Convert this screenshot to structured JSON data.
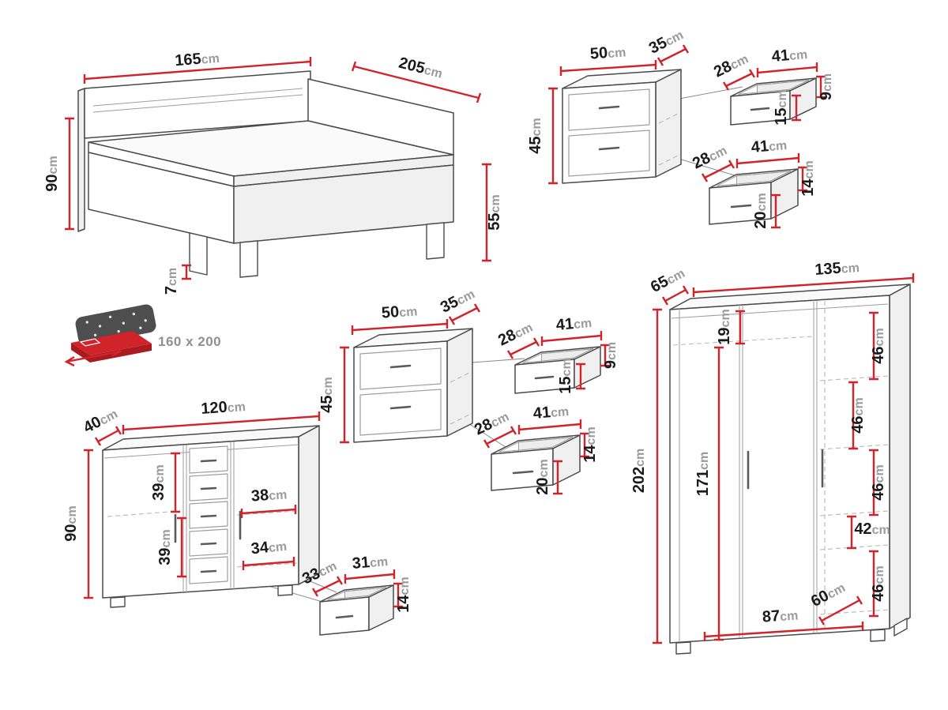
{
  "colors": {
    "dimension": "#d1232a"
  },
  "bed": {
    "width": {
      "value": "165",
      "unit": "cm"
    },
    "length": {
      "value": "205",
      "unit": "cm"
    },
    "headboard_height": {
      "value": "90",
      "unit": "cm"
    },
    "foot_height": {
      "value": "55",
      "unit": "cm"
    },
    "leg_height": {
      "value": "7",
      "unit": "cm"
    },
    "mattress_size": "160 x 200"
  },
  "nightstand": {
    "width": {
      "value": "50",
      "unit": "cm"
    },
    "depth": {
      "value": "35",
      "unit": "cm"
    },
    "height": {
      "value": "45",
      "unit": "cm"
    },
    "top_drawer": {
      "depth": {
        "value": "28",
        "unit": "cm"
      },
      "width": {
        "value": "41",
        "unit": "cm"
      },
      "back_height": {
        "value": "9",
        "unit": "cm"
      },
      "front_height": {
        "value": "15",
        "unit": "cm"
      }
    },
    "bottom_drawer": {
      "depth": {
        "value": "28",
        "unit": "cm"
      },
      "width": {
        "value": "41",
        "unit": "cm"
      },
      "back_height": {
        "value": "14",
        "unit": "cm"
      },
      "front_height": {
        "value": "20",
        "unit": "cm"
      }
    }
  },
  "chest": {
    "depth": {
      "value": "40",
      "unit": "cm"
    },
    "width": {
      "value": "120",
      "unit": "cm"
    },
    "height": {
      "value": "90",
      "unit": "cm"
    },
    "upper_shelf_height": {
      "value": "39",
      "unit": "cm"
    },
    "lower_shelf_height": {
      "value": "39",
      "unit": "cm"
    },
    "upper_inner_width": {
      "value": "38",
      "unit": "cm"
    },
    "lower_inner_width": {
      "value": "34",
      "unit": "cm"
    },
    "drawer": {
      "depth": {
        "value": "33",
        "unit": "cm"
      },
      "width": {
        "value": "31",
        "unit": "cm"
      },
      "height": {
        "value": "14",
        "unit": "cm"
      }
    }
  },
  "wardrobe": {
    "depth": {
      "value": "65",
      "unit": "cm"
    },
    "width": {
      "value": "135",
      "unit": "cm"
    },
    "height": {
      "value": "202",
      "unit": "cm"
    },
    "top_shelf_height": {
      "value": "19",
      "unit": "cm"
    },
    "interior_height": {
      "value": "171",
      "unit": "cm"
    },
    "shelf_heights": [
      {
        "value": "46",
        "unit": "cm"
      },
      {
        "value": "46",
        "unit": "cm"
      },
      {
        "value": "46",
        "unit": "cm"
      },
      {
        "value": "42",
        "unit": "cm"
      },
      {
        "value": "46",
        "unit": "cm"
      }
    ],
    "inner_depth": {
      "value": "60",
      "unit": "cm"
    },
    "inner_width": {
      "value": "87",
      "unit": "cm"
    }
  }
}
